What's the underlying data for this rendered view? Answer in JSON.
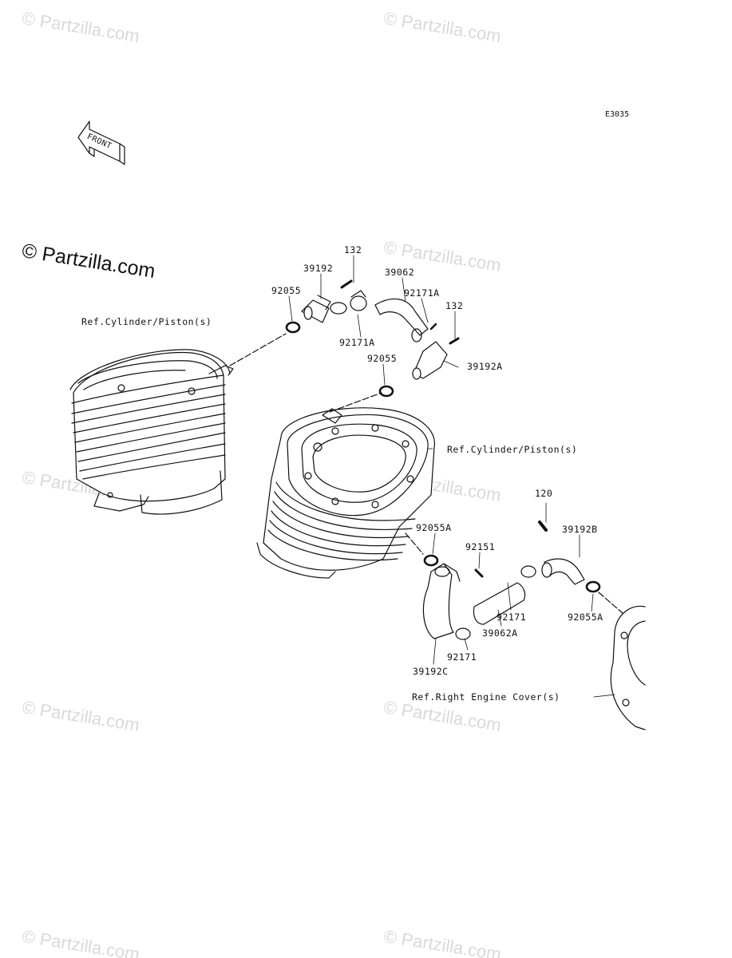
{
  "diagram": {
    "code": "E3035",
    "front_arrow": "FRONT",
    "watermark": "© Partzilla.com",
    "watermark_strong": "© Partzilla.com",
    "refs": {
      "cyl_left": "Ref.Cylinder/Piston(s)",
      "cyl_right": "Ref.Cylinder/Piston(s)",
      "engine_cover": "Ref.Right Engine Cover(s)"
    },
    "parts": {
      "p132a": "132",
      "p39192": "39192",
      "p92055a_top": "92055",
      "p39062": "39062",
      "p92171A_a": "92171A",
      "p132b": "132",
      "p92171A_b": "92171A",
      "p92055_b": "92055",
      "p39192A": "39192A",
      "p120": "120",
      "p39192B": "39192B",
      "p92055A_a": "92055A",
      "p92151": "92151",
      "p92171_a": "92171",
      "p92055A_b": "92055A",
      "p39062A": "39062A",
      "p92171_b": "92171",
      "p39192C": "39192C"
    }
  }
}
